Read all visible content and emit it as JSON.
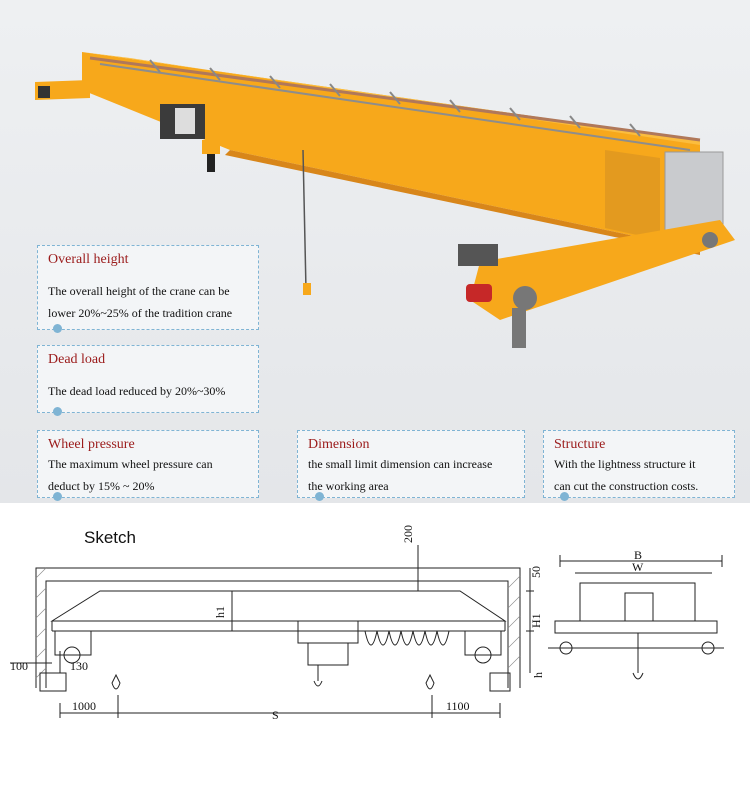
{
  "cards": [
    {
      "title": "Overall height",
      "desc1": "The overall height of the crane can be",
      "desc2": "lower 20%~25% of the tradition crane"
    },
    {
      "title": "Dead load",
      "desc1": "The dead load reduced by 20%~30%"
    },
    {
      "title": "Wheel pressure",
      "desc1": "The maximum wheel pressure can",
      "desc2": "deduct by 15% ~ 20%"
    },
    {
      "title": "Dimension",
      "desc1": "the small limit dimension can increase",
      "desc2": "the working area"
    },
    {
      "title": "Structure",
      "desc1": "With the lightness structure it",
      "desc2": "can cut the construction costs."
    }
  ],
  "sketch": {
    "title": "Sketch",
    "dims": {
      "d200": "200",
      "d50": "50",
      "h1": "h1",
      "H1": "H1",
      "h": "h",
      "d100": "100",
      "d130": "130",
      "d1000": "1000",
      "S": "S",
      "d1100": "1100",
      "B": "B",
      "W": "W"
    }
  },
  "colors": {
    "beam": "#f7a81b",
    "beam_dark": "#d8861a",
    "card_title": "#9b1b1b",
    "card_border": "#7fb4d4"
  }
}
